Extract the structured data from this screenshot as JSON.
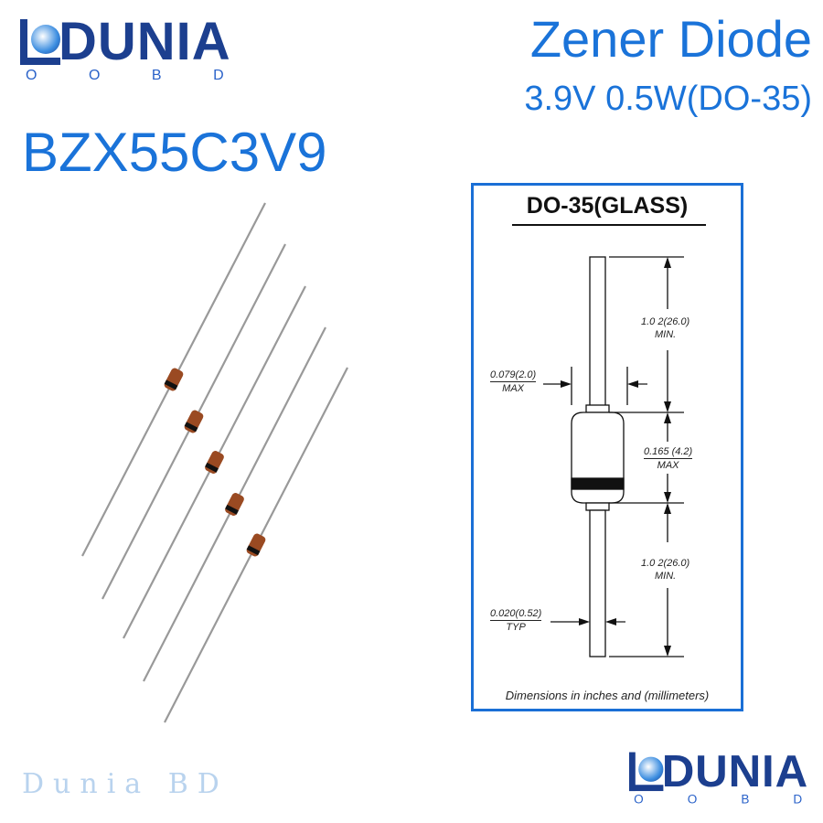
{
  "brand": {
    "name": "DUNIA",
    "sub": [
      "O",
      "O",
      "B",
      "D"
    ],
    "watermark": "Dunia BD"
  },
  "header": {
    "title": "Zener Diode",
    "spec": "3.9V 0.5W(DO-35)",
    "part_number": "BZX55C3V9"
  },
  "diagram": {
    "title": "DO-35(GLASS)",
    "lead_length": {
      "value": "1.0 2(26.0)",
      "note": "MIN."
    },
    "body_diameter": {
      "value": "0.079(2.0)",
      "note": "MAX"
    },
    "body_length": {
      "value": "0.165 (4.2)",
      "note": "MAX"
    },
    "lead_length_bottom": {
      "value": "1.0 2(26.0)",
      "note": "MIN."
    },
    "lead_diameter": {
      "value": "0.020(0.52)",
      "note": "TYP"
    },
    "footer": "Dimensions in inches and (millimeters)"
  },
  "colors": {
    "accent": "#1a73d9",
    "brand": "#1c3f8f",
    "border": "#1a6fd6"
  }
}
